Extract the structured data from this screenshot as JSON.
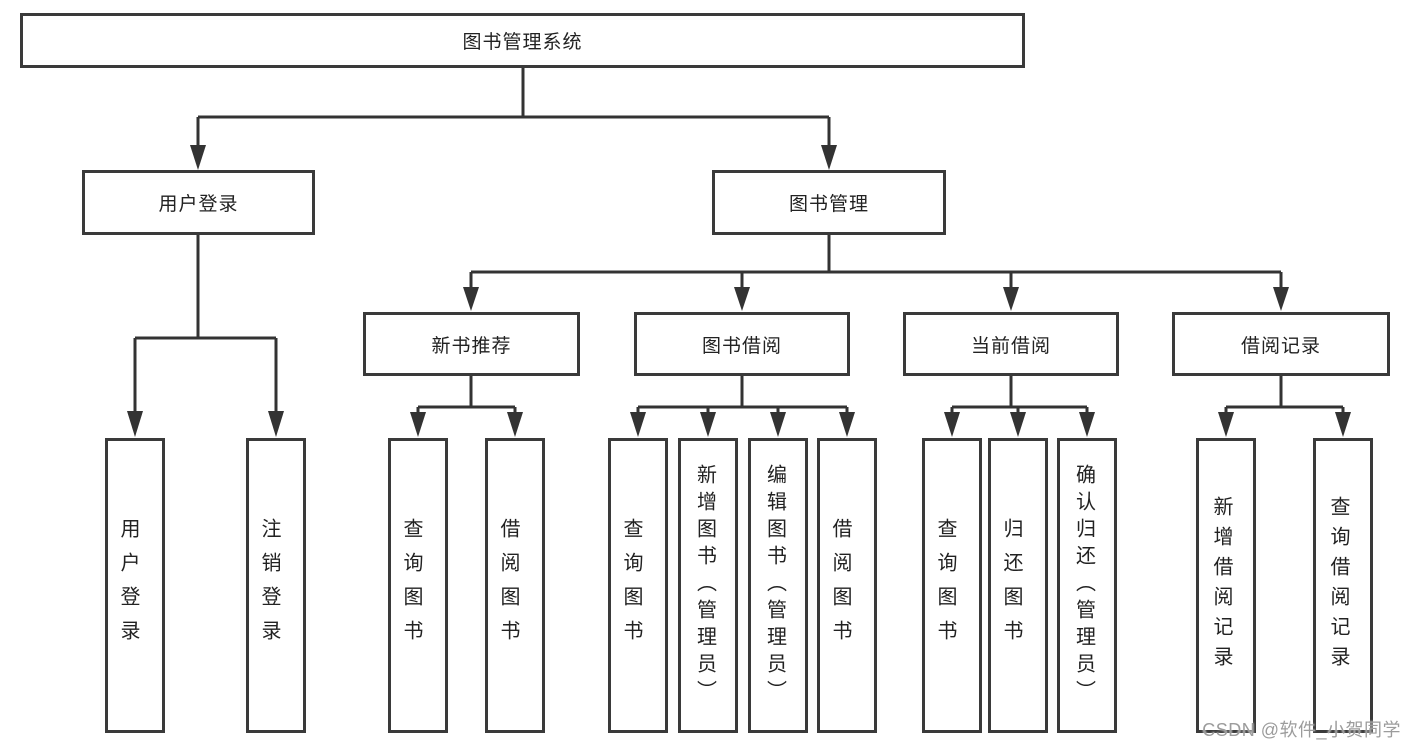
{
  "diagram": {
    "type": "hierarchy-tree",
    "colors": {
      "line": "#333333",
      "box_border": "#3a3a3a",
      "box_fill": "#ffffff",
      "text": "#222222",
      "watermark": "#9c9c9c",
      "background": "#ffffff"
    },
    "tree": {
      "root": {
        "label": "图书管理系统"
      },
      "branches": [
        {
          "label": "用户登录",
          "children": [
            {
              "label": "用户登录"
            },
            {
              "label": "注销登录"
            }
          ]
        },
        {
          "label": "图书管理",
          "children": [
            {
              "label": "新书推荐",
              "children": [
                {
                  "label": "查询图书"
                },
                {
                  "label": "借阅图书"
                }
              ]
            },
            {
              "label": "图书借阅",
              "children": [
                {
                  "label": "查询图书"
                },
                {
                  "label": "新增图书（管理员）"
                },
                {
                  "label": "编辑图书（管理员）"
                },
                {
                  "label": "借阅图书"
                }
              ]
            },
            {
              "label": "当前借阅",
              "children": [
                {
                  "label": "查询图书"
                },
                {
                  "label": "归还图书"
                },
                {
                  "label": "确认归还（管理员）"
                }
              ]
            },
            {
              "label": "借阅记录",
              "children": [
                {
                  "label": "新增借阅记录"
                },
                {
                  "label": "查询借阅记录"
                }
              ]
            }
          ]
        }
      ]
    }
  },
  "watermark": {
    "text": "CSDN @软件_小贺同学"
  }
}
